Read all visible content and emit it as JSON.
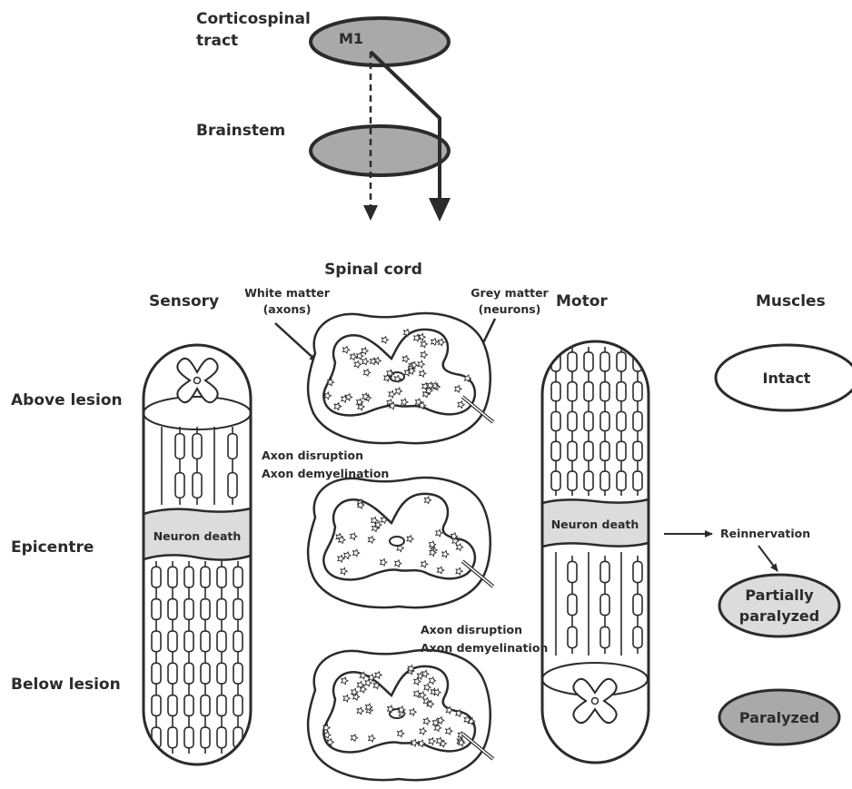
{
  "header": {
    "corticospinal_line1": "Corticospinal",
    "corticospinal_line2": "tract",
    "m1": "M1",
    "brainstem": "Brainstem"
  },
  "columns": {
    "spinal_cord": "Spinal cord",
    "sensory": "Sensory",
    "motor": "Motor",
    "muscles": "Muscles",
    "white_matter_line1": "White matter",
    "white_matter_line2": "(axons)",
    "grey_matter_line1": "Grey matter",
    "grey_matter_line2": "(neurons)"
  },
  "rows": {
    "above": "Above lesion",
    "epicentre": "Epicentre",
    "below": "Below lesion"
  },
  "labels": {
    "neuron_death_sensory": "Neuron death",
    "neuron_death_motor": "Neuron death",
    "axon_disruption_1": "Axon disruption",
    "axon_demyelination_1": "Axon demyelination",
    "axon_disruption_2": "Axon disruption",
    "axon_demyelination_2": "Axon demyelination",
    "reinnervation": "Reinnervation"
  },
  "muscles": {
    "intact": "Intact",
    "partially_line1": "Partially",
    "partially_line2": "paralyzed",
    "paralyzed": "Paralyzed"
  },
  "colors": {
    "ellipse_grey": "#a9a9a9",
    "band_grey": "#dcdcdc",
    "stroke": "#2b2b2b"
  }
}
